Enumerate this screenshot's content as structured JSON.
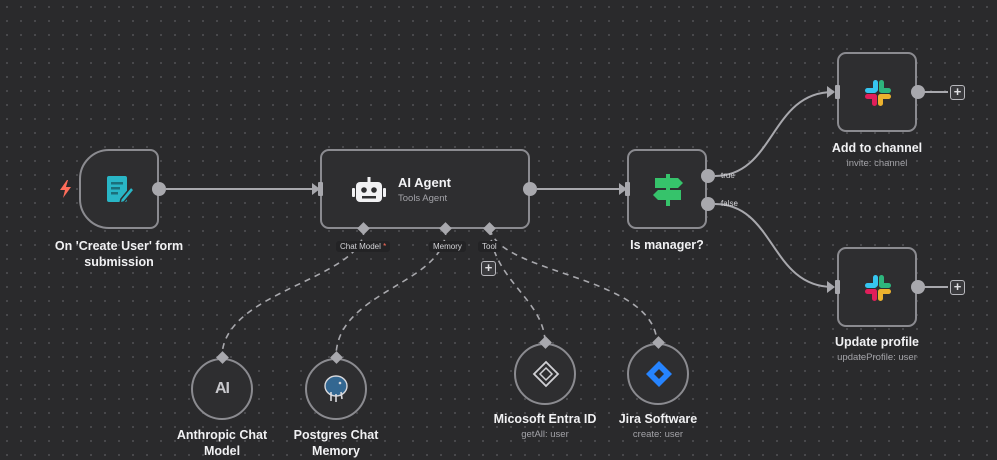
{
  "colors": {
    "canvas": "#2a2a2c",
    "node_border": "#8b8b90",
    "connection": "#a8a8ad",
    "trigger_bolt": "#ff6d5a",
    "form_icon": "#29b6c6",
    "switch_icon": "#36c36b",
    "jira_icon": "#2684ff"
  },
  "nodes": {
    "form_trigger": {
      "label": "On 'Create User' form",
      "label_line2": "submission",
      "icon": "form-icon",
      "trigger_icon": "lightning-bolt-icon"
    },
    "ai_agent": {
      "title": "AI Agent",
      "subtitle": "Tools Agent",
      "icon": "robot-icon",
      "ports": {
        "chat_model": "Chat Model",
        "chat_model_required": "*",
        "memory": "Memory",
        "tool": "Tool"
      }
    },
    "is_manager": {
      "label": "Is manager?",
      "icon": "signpost-icon",
      "outputs": {
        "true": "true",
        "false": "false"
      }
    },
    "add_to_channel": {
      "label": "Add to channel",
      "subtitle": "invite: channel",
      "icon": "slack-icon"
    },
    "update_profile": {
      "label": "Update profile",
      "subtitle": "updateProfile: user",
      "icon": "slack-icon"
    },
    "anthropic": {
      "label": "Anthropic Chat",
      "label_line2": "Model",
      "icon": "anthropic-icon",
      "icon_text": "AI"
    },
    "postgres": {
      "label": "Postgres Chat",
      "label_line2": "Memory",
      "icon": "postgres-elephant-icon"
    },
    "entra": {
      "label": "Micosoft Entra ID",
      "subtitle": "getAll: user",
      "icon": "entra-id-icon"
    },
    "jira": {
      "label": "Jira Software",
      "subtitle": "create: user",
      "icon": "jira-icon"
    }
  },
  "add_buttons": {
    "symbol": "+"
  }
}
